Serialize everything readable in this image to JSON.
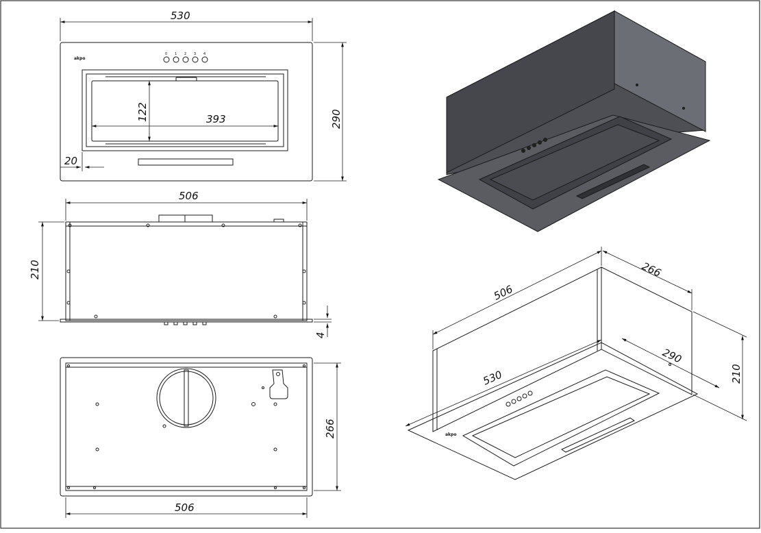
{
  "drawing": {
    "brand_logo": "akpo",
    "knob_labels": [
      "0",
      "1",
      "2",
      "3",
      "4"
    ],
    "front_view": {
      "width": "530",
      "height": "290",
      "filter_height": "122",
      "filter_width": "393",
      "offset": "20"
    },
    "side_view": {
      "width": "506",
      "height": "210",
      "panel_thickness": "4"
    },
    "top_view": {
      "width": "506",
      "depth": "266"
    },
    "iso_view": {
      "width": "506",
      "depth": "266",
      "panel_width": "530",
      "panel_depth": "290",
      "height": "210"
    },
    "colors": {
      "line": "#1a1a1a",
      "body_dark": "#4d4f55",
      "body_side": "#6b6e75",
      "panel": "#5a5c62",
      "filter": "#3f4146"
    }
  }
}
